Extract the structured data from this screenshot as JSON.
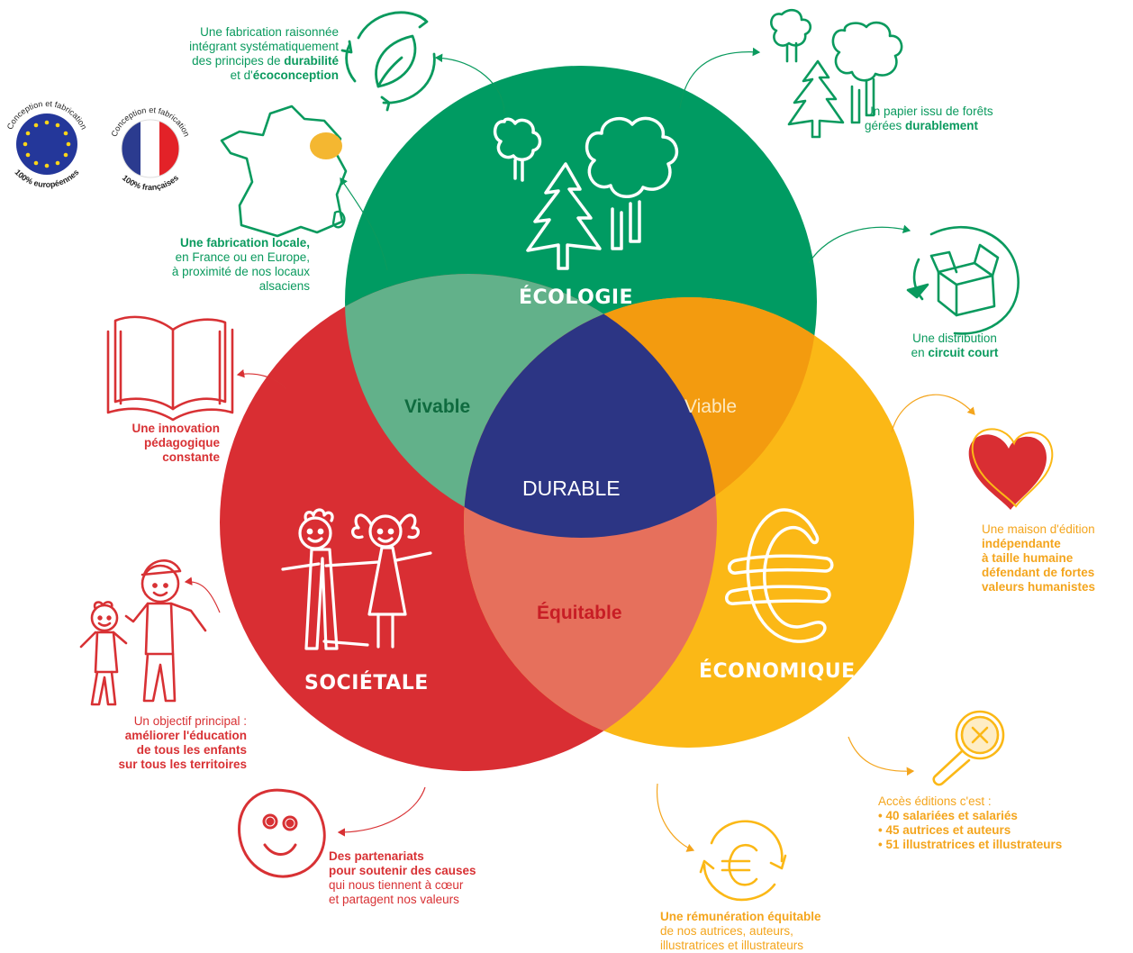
{
  "colors": {
    "ecologie": "#009b62",
    "societale": "#d92e33",
    "economique": "#fbb816",
    "vivable": "#62b18a",
    "viable": "#f39b0f",
    "equitable": "#e6705c",
    "durable": "#2c3584"
  },
  "circles": {
    "ecologie": "ÉCOLOGIE",
    "societale": "SOCIÉTALE",
    "economique": "ÉCONOMIQUE"
  },
  "overlaps": {
    "vivable": "Vivable",
    "viable": "Viable",
    "equitable": "Équitable",
    "durable": "DURABLE"
  },
  "badges": {
    "eu_top": "Conception et fabrication",
    "eu_bottom": "100% européennes",
    "fr_top": "Conception et fabrication",
    "fr_bottom": "100% françaises"
  },
  "notes": {
    "fabrication_raisonnee": {
      "l1": "Une fabrication raisonnée",
      "l2": "intégrant systématiquement",
      "l3a": "des principes de ",
      "l3b": "durabilité",
      "l4a": "et d'",
      "l4b": "écoconception"
    },
    "papier": {
      "l1": "Un papier issu de forêts",
      "l2a": "gérées ",
      "l2b": "durablement"
    },
    "fabrication_locale": {
      "l1": "Une fabrication locale,",
      "l2": "en France ou en Europe,",
      "l3": "à proximité de nos locaux",
      "l4": "alsaciens"
    },
    "distribution": {
      "l1": "Une distribution",
      "l2a": "en ",
      "l2b": "circuit court"
    },
    "innovation": {
      "l1": "Une innovation",
      "l2": "pédagogique",
      "l3": "constante"
    },
    "maison": {
      "l1": "Une maison d'édition",
      "l2": "indépendante",
      "l3": "à taille humaine",
      "l4": "défendant de fortes",
      "l5": "valeurs humanistes"
    },
    "objectif": {
      "l1": "Un objectif principal :",
      "l2": "améliorer l'éducation",
      "l3": "de tous les enfants",
      "l4": "sur tous les territoires"
    },
    "acces": {
      "l1": "Accès éditions c'est :",
      "l2": "• 40 salariées et salariés",
      "l3": "• 45 autrices et auteurs",
      "l4": "• 51 illustratrices et illustrateurs"
    },
    "partenariats": {
      "l1": "Des partenariats",
      "l2": "pour soutenir des causes",
      "l3": "qui nous tiennent à cœur",
      "l4": "et partagent nos valeurs"
    },
    "remuneration": {
      "l1": "Une rémunération équitable",
      "l2": "de nos autrices, auteurs,",
      "l3": "illustratrices et illustrateurs"
    }
  },
  "icons": [
    "leaf-cycle-icon",
    "trees-icon",
    "france-map-icon",
    "eu-badge-icon",
    "france-badge-icon",
    "box-cycle-icon",
    "open-book-icon",
    "heart-icon",
    "children-icon",
    "euro-icon",
    "family-icon",
    "magnifier-icon",
    "smiley-icon",
    "euro-cycle-icon"
  ]
}
